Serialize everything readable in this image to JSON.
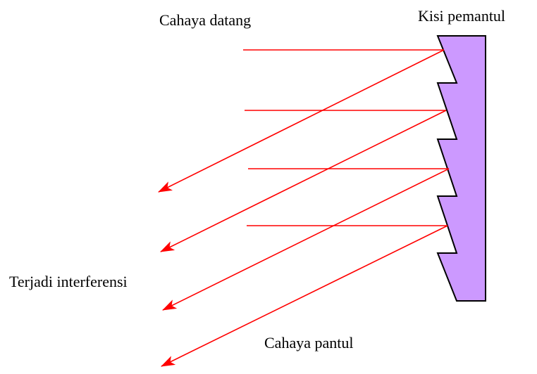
{
  "labels": {
    "incident": "Cahaya datang",
    "grating": "Kisi pemantul",
    "interference": "Terjadi interferensi",
    "reflected": "Cahaya pantul"
  },
  "colors": {
    "ray": "#ff0000",
    "grating_fill": "#cc99ff",
    "grating_stroke": "#000000"
  },
  "rays_count": 4
}
